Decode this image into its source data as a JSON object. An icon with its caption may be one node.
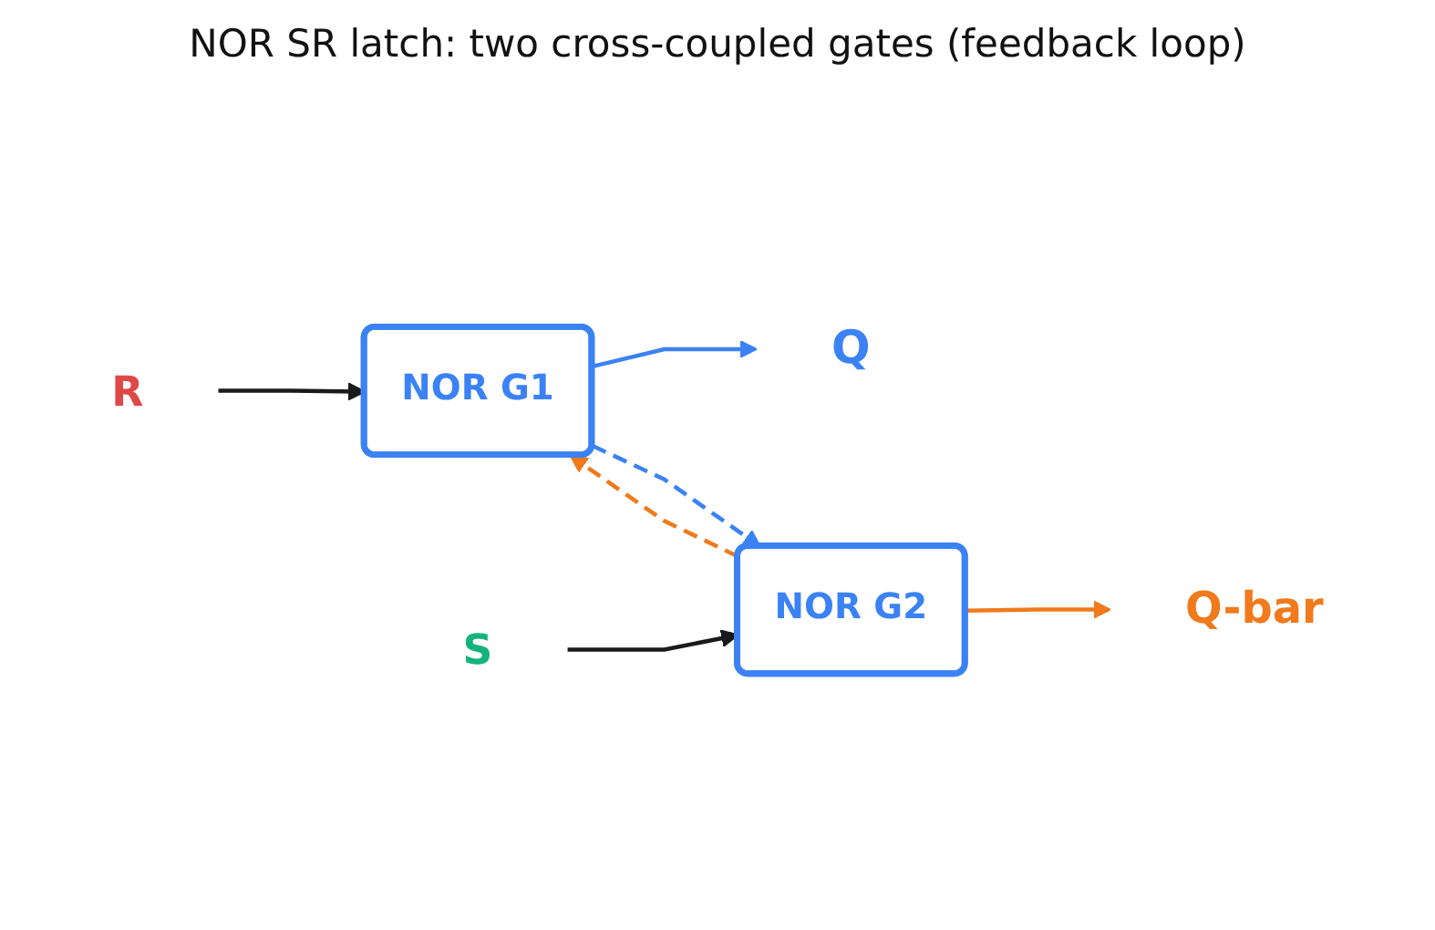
{
  "diagram": {
    "title": "NOR SR latch: two cross-coupled gates (feedback loop)",
    "nodes": [
      {
        "text": [
          "R"
        ]
      },
      {
        "text": [
          "NOR G1"
        ]
      },
      {
        "text": [
          "Q"
        ]
      },
      {
        "text": [
          "NOR G2"
        ]
      },
      {
        "text": [
          "Q-bar"
        ]
      },
      {
        "text": [
          "S"
        ]
      }
    ],
    "edges": [
      {
        "from": 0,
        "to": 1,
        "arrow": "to"
      },
      {
        "from": 1,
        "to": 2,
        "arrow": "to",
        "color": "#3b82f6"
      },
      {
        "from": 1,
        "to": 3,
        "arrow": "to",
        "style": "dashed",
        "color": "#3b82f6"
      },
      {
        "from": 3,
        "to": 1,
        "arrow": "to",
        "style": "dashed",
        "color": "#f07a1c"
      },
      {
        "from": 5,
        "to": 3,
        "arrow": "to"
      },
      {
        "from": 3,
        "to": 4,
        "arrow": "to",
        "color": "#f07a1c"
      }
    ]
  }
}
